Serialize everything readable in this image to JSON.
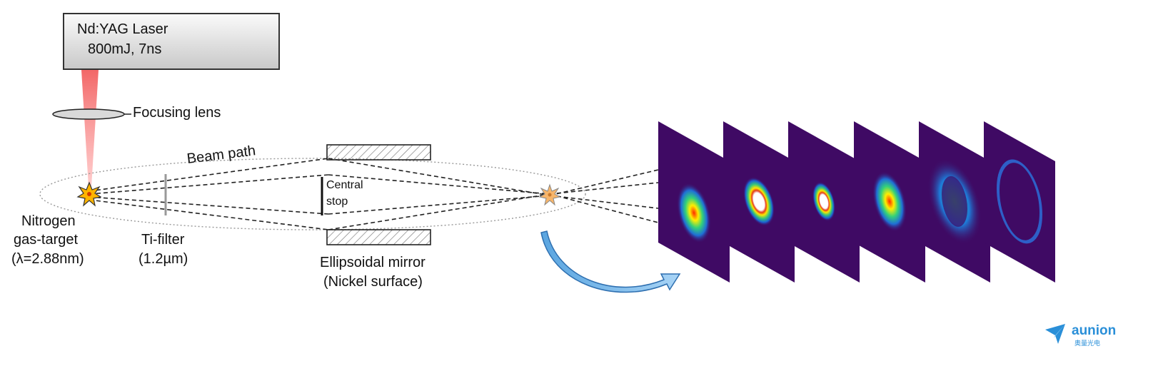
{
  "laser": {
    "line1": "Nd:YAG Laser",
    "line2": "800mJ, 7ns"
  },
  "labels": {
    "focusing_lens": "Focusing lens",
    "beam_path": "Beam path",
    "central_stop_1": "Central",
    "central_stop_2": "stop",
    "nitrogen_1": "Nitrogen",
    "nitrogen_2": "gas-target",
    "nitrogen_3": "(λ=2.88nm)",
    "tifilter_1": "Ti-filter",
    "tifilter_2": "(1.2µm)",
    "mirror_1": "Ellipsoidal mirror",
    "mirror_2": "(Nickel surface)"
  },
  "logo": {
    "text": "aunion",
    "subtext": "奥量光电"
  },
  "colors": {
    "beam": "#e8372c",
    "arrow": "#4a8fd0",
    "panel_bg": "#3f0a64"
  }
}
